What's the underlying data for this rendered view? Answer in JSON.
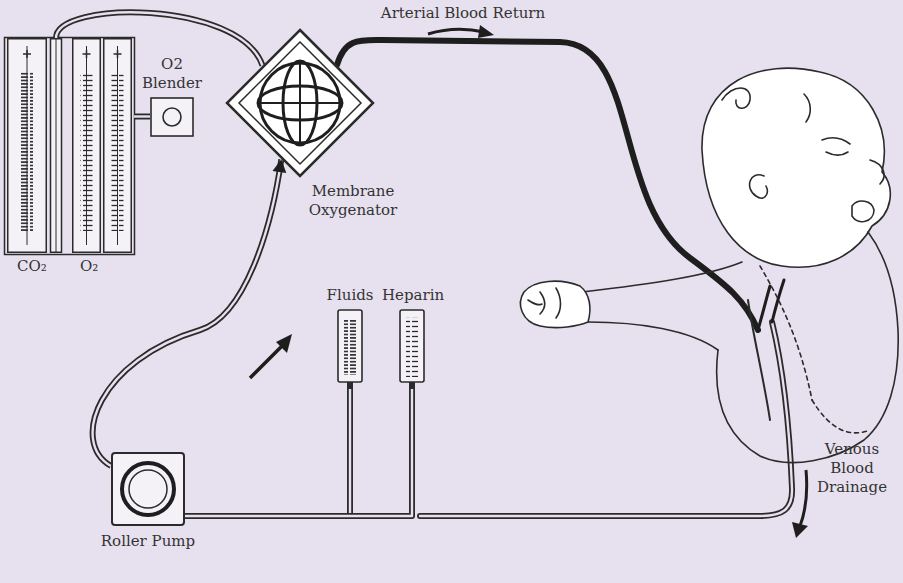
{
  "diagram": {
    "nodes": [
      {
        "text": [
          "CO₂"
        ]
      },
      {
        "text": [
          "O₂"
        ]
      },
      {
        "text": [
          "O2 Blender"
        ]
      },
      {
        "text": [
          "Membrane Oxygenator"
        ]
      },
      {
        "text": [
          "Roller Pump"
        ]
      },
      {
        "text": [
          "Fluids"
        ]
      },
      {
        "text": [
          "Heparin"
        ]
      }
    ],
    "edges": [
      {
        "from": 0,
        "to": 3,
        "arrow": "none"
      },
      {
        "from": 2,
        "to": 1,
        "arrow": "none"
      },
      {
        "from": 4,
        "to": 3,
        "arrow": "to"
      },
      {
        "from": 5,
        "to": 4,
        "arrow": "none"
      },
      {
        "from": 6,
        "to": 4,
        "arrow": "none"
      }
    ],
    "labels": [
      "Arterial Blood Return",
      "Venous Blood Drainage"
    ]
  }
}
